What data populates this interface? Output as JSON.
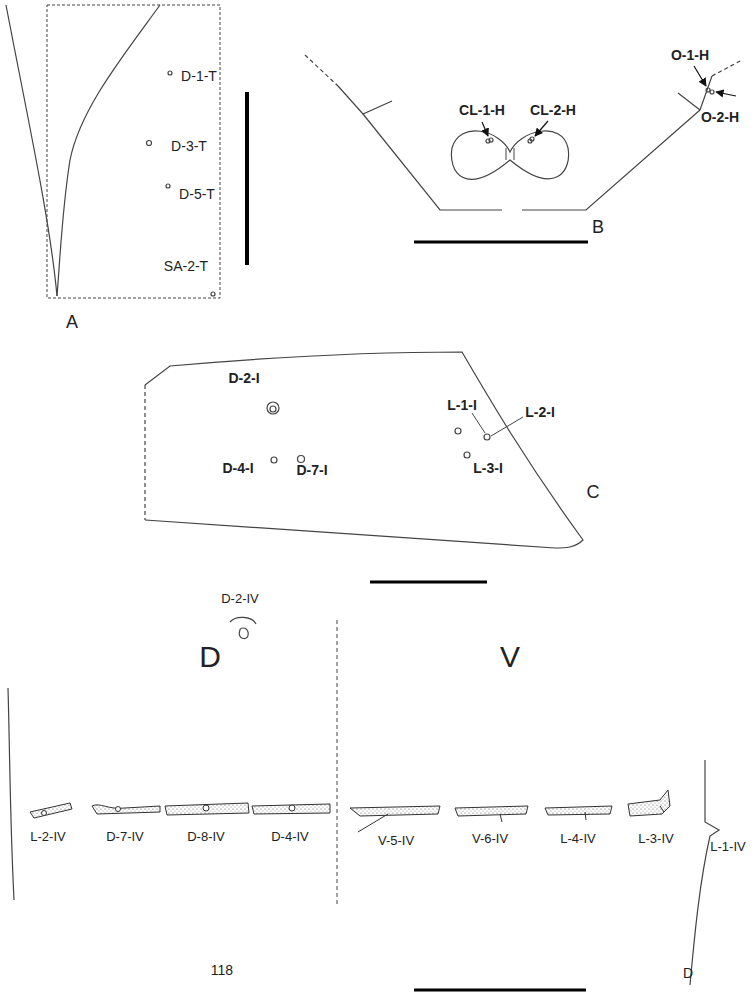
{
  "diagram": {
    "labels": [
      "A",
      "D-1-T",
      "D-3-T",
      "D-5-T",
      "SA-2-T",
      "B",
      "CL-1-H",
      "CL-2-H",
      "O-1-H",
      "O-2-H",
      "C",
      "D-2-I",
      "L-1-I",
      "L-2-I",
      "D-4-I",
      "D-7-I",
      "L-3-I",
      "D",
      "V",
      "D-2-IV",
      "L-2-IV",
      "D-7-IV",
      "D-8-IV",
      "D-4-IV",
      "V-5-IV",
      "V-6-IV",
      "L-4-IV",
      "L-3-IV",
      "L-1-IV",
      "118",
      "D"
    ]
  }
}
